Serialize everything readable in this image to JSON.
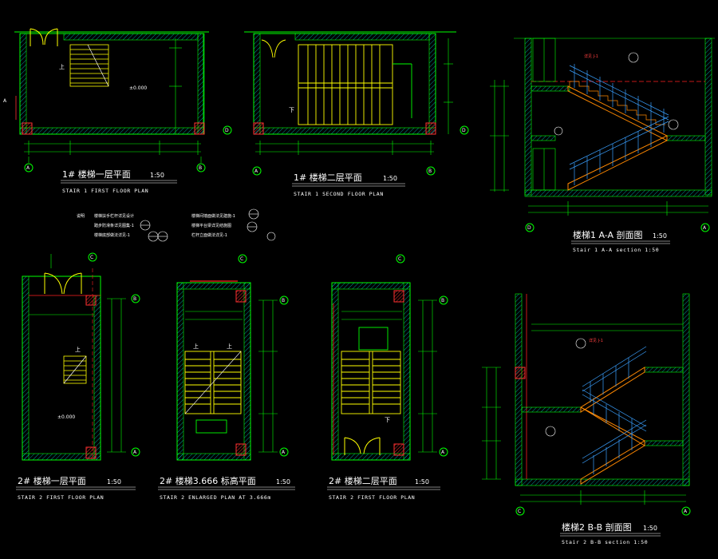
{
  "drawings": [
    {
      "id": "p1",
      "title": "1# 楼梯一层平面",
      "scale": "1:50",
      "subtitle": "STAIR 1 FIRST FLOOR PLAN",
      "up_label": "上",
      "axes": [
        "A",
        "B",
        "D"
      ]
    },
    {
      "id": "p2",
      "title": "1# 楼梯二层平面",
      "scale": "1:50",
      "subtitle": "STAIR 1 SECOND FLOOR PLAN",
      "down_label": "下",
      "axes": [
        "A",
        "B",
        "D"
      ]
    },
    {
      "id": "s1",
      "title": "楼梯1 A-A 剖面图",
      "scale": "1:50",
      "subtitle": "Stair 1  A-A  section   1:50",
      "axes": [
        "D",
        "A"
      ]
    },
    {
      "id": "p3",
      "title": "2# 楼梯一层平面",
      "scale": "1:50",
      "subtitle": "STAIR 2 FIRST FLOOR PLAN",
      "up_label": "上",
      "axes": [
        "C",
        "B",
        "A"
      ]
    },
    {
      "id": "p4",
      "title": "2# 楼梯3.666 标高平面",
      "scale": "1:50",
      "subtitle": "STAIR 2 ENLARGED PLAN AT 3.666m",
      "up_label": "上",
      "axes": [
        "C",
        "B",
        "A"
      ]
    },
    {
      "id": "p5",
      "title": "2# 楼梯二层平面",
      "scale": "1:50",
      "subtitle": "STAIR 2 FIRST FLOOR PLAN",
      "down_label": "下",
      "axes": [
        "C",
        "B",
        "A"
      ]
    },
    {
      "id": "s2",
      "title": "楼梯2 B-B 剖面图",
      "scale": "1:50",
      "subtitle": "Stair 2  B-B  section   1:50",
      "axes": [
        "C",
        "A"
      ]
    }
  ],
  "notes": {
    "heading": "说明",
    "lines": [
      "楼梯扶手栏杆详见设计",
      "踏步防滑条详见图集-1",
      "楼梯底部做法详见-1",
      "楼梯间墙面做法见建施-1",
      "楼梯平台梁详见结施图",
      "栏杆立面做法详见-1"
    ]
  },
  "colors": {
    "wall": "#00ff00",
    "hatch": "#00cccc",
    "stair": "#ffff00",
    "accent": "#ff2020",
    "section": "#3aa0ff",
    "orange": "#ff8800",
    "text": "#ffffff"
  }
}
